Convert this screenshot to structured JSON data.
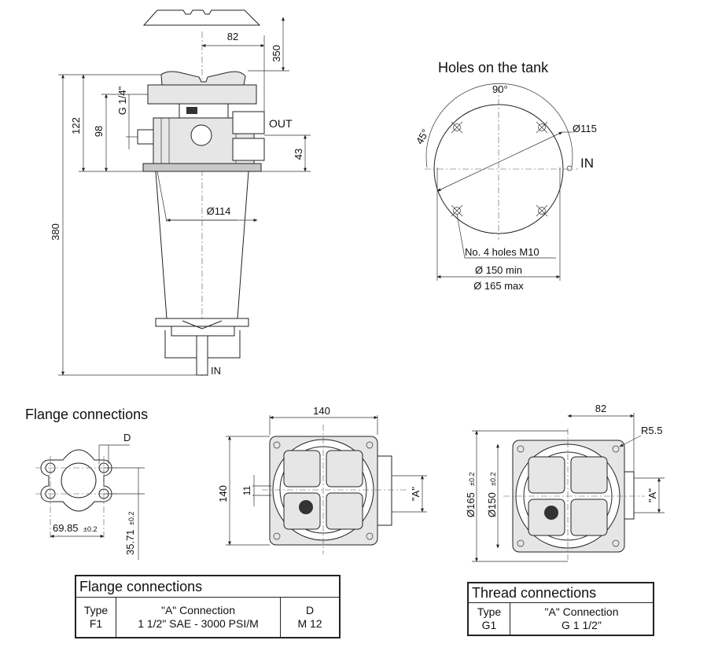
{
  "side_view": {
    "dim_top_width": "82",
    "dim_top_height": "350",
    "dim_total_height": "380",
    "dim_head_height": "122",
    "dim_port_height": "98",
    "dim_gauge_port": "G 1/4\"",
    "dim_out_height": "43",
    "label_out": "OUT",
    "dim_bowl_dia": "Ø114",
    "label_in": "IN"
  },
  "tank_holes": {
    "title": "Holes on the tank",
    "angle_top": "90°",
    "angle_side": "45°",
    "dia_bolt_circle": "Ø115",
    "label_in": "IN",
    "holes_note": "No. 4 holes M10",
    "dia_min": "Ø 150 min",
    "dia_max": "Ø 165 max"
  },
  "flange_section": {
    "title": "Flange connections",
    "dim_d": "D",
    "dim_width": "69.85",
    "dim_width_tol": "±0.2",
    "dim_height": "35.71",
    "dim_height_tol": "±0.2"
  },
  "flange_top_view": {
    "dim_width": "140",
    "dim_height": "140",
    "dim_offset": "11",
    "dim_a": "\"A\""
  },
  "thread_top_view": {
    "dim_width": "82",
    "dim_radius": "R5.5",
    "dim_outer": "Ø165",
    "dim_outer_tol": "±0.2",
    "dim_inner": "Ø150",
    "dim_inner_tol": "±0.2",
    "dim_a": "\"A\""
  },
  "flange_table": {
    "caption": "Flange connections",
    "type_header": "Type",
    "type_value": "F1",
    "conn_header": "\"A\"  Connection",
    "conn_value": "1 1/2\" SAE - 3000 PSI/M",
    "d_header": "D",
    "d_value": "M 12"
  },
  "thread_table": {
    "caption": "Thread connections",
    "type_header": "Type",
    "type_value": "G1",
    "conn_header": "\"A\"  Connection",
    "conn_value": "G 1 1/2\""
  }
}
